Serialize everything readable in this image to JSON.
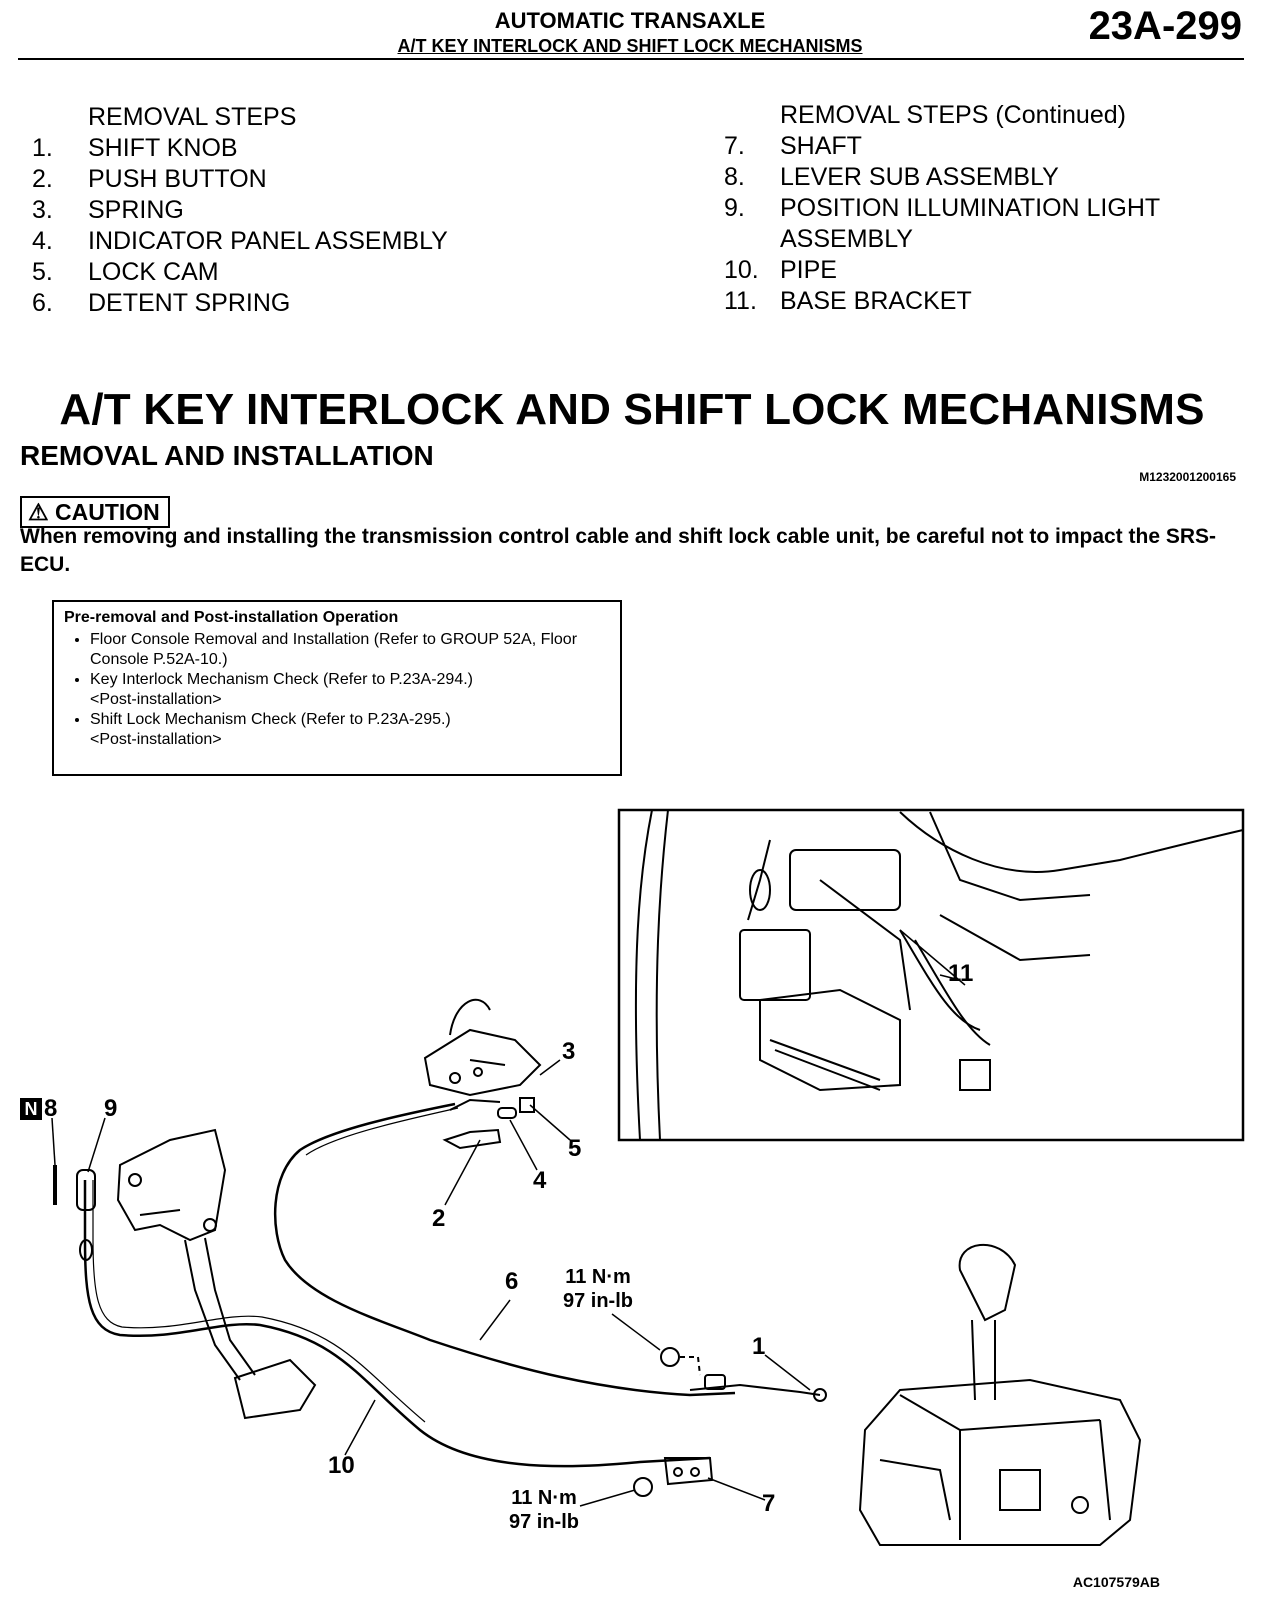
{
  "header": {
    "section": "AUTOMATIC TRANSAXLE",
    "subsection": "A/T KEY INTERLOCK AND SHIFT LOCK MECHANISMS",
    "page_number": "23A-299"
  },
  "removal_steps_left": {
    "heading": "REMOVAL STEPS",
    "items": [
      {
        "num": "1.",
        "label": "SHIFT KNOB"
      },
      {
        "num": "2.",
        "label": "PUSH BUTTON"
      },
      {
        "num": "3.",
        "label": "SPRING"
      },
      {
        "num": "4.",
        "label": "INDICATOR PANEL ASSEMBLY"
      },
      {
        "num": "5.",
        "label": "LOCK CAM"
      },
      {
        "num": "6.",
        "label": "DETENT SPRING"
      }
    ]
  },
  "removal_steps_right": {
    "heading": "REMOVAL STEPS (Continued)",
    "items": [
      {
        "num": "7.",
        "label": "SHAFT"
      },
      {
        "num": "8.",
        "label": "LEVER SUB ASSEMBLY"
      },
      {
        "num": "9.",
        "label": "POSITION ILLUMINATION LIGHT ASSEMBLY"
      },
      {
        "num": "10.",
        "label": "PIPE"
      },
      {
        "num": "11.",
        "label": "BASE BRACKET"
      }
    ]
  },
  "main_title": "A/T KEY INTERLOCK AND SHIFT LOCK MECHANISMS",
  "sub_title": "REMOVAL AND INSTALLATION",
  "doc_code": "M1232001200165",
  "caution": {
    "label": "CAUTION",
    "text": "When removing and installing the transmission control cable and shift lock cable unit, be careful not to impact the SRS-ECU."
  },
  "pre_removal": {
    "title": "Pre-removal and Post-installation Operation",
    "items": [
      {
        "text": "Floor Console Removal and Installation (Refer to GROUP 52A, Floor Console P.52A-10.)",
        "tag": ""
      },
      {
        "text": "Key Interlock Mechanism Check (Refer to P.23A-294.)",
        "tag": "<Post-installation>"
      },
      {
        "text": "Shift Lock Mechanism Check (Refer to P.23A-295.)",
        "tag": "<Post-installation>"
      }
    ]
  },
  "diagram": {
    "callouts": {
      "c1": "1",
      "c2": "2",
      "c3": "3",
      "c4": "4",
      "c5": "5",
      "c6": "6",
      "c7": "7",
      "c8": "8",
      "c9": "9",
      "c10": "10",
      "c11": "11"
    },
    "n_marker": "N",
    "torque_upper": {
      "metric": "11 N·m",
      "imperial": "97 in-lb"
    },
    "torque_lower": {
      "metric": "11 N·m",
      "imperial": "97 in-lb"
    },
    "figure_code": "AC107579AB"
  }
}
